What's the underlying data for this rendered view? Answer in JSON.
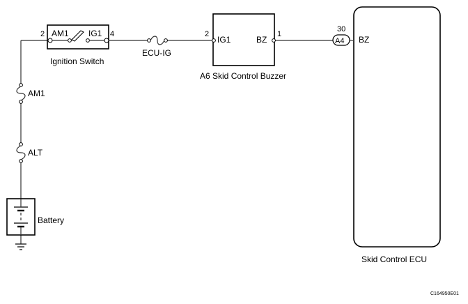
{
  "ignition_switch": {
    "label": "Ignition Switch",
    "terminal_am1": "AM1",
    "terminal_ig1": "IG1",
    "pin_left": "2",
    "pin_right": "4"
  },
  "fuses": {
    "ecu_ig": "ECU-IG",
    "am1": "AM1",
    "alt": "ALT"
  },
  "buzzer": {
    "label": "A6 Skid Control Buzzer",
    "terminal_ig1": "IG1",
    "terminal_bz": "BZ",
    "pin_left": "2",
    "pin_right": "1"
  },
  "ecu": {
    "label": "Skid Control ECU",
    "connector": "A4",
    "pin": "30",
    "terminal": "BZ"
  },
  "battery": {
    "label": "Battery"
  },
  "figure_code": "C164950E01"
}
